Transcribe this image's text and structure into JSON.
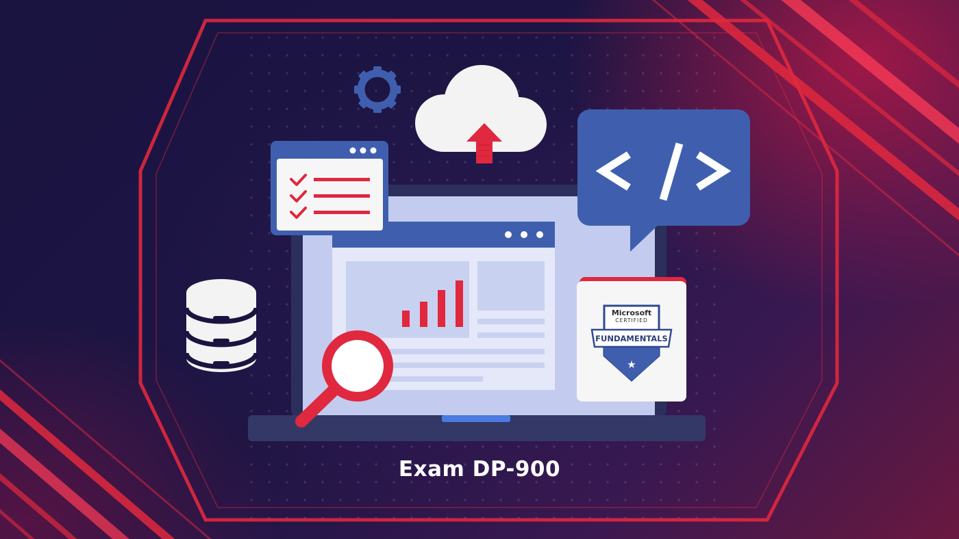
{
  "caption": "Exam DP-900",
  "badge": {
    "line1": "Microsoft",
    "line2": "CERTIFIED",
    "ribbon": "FUNDAMENTALS",
    "star": "★"
  },
  "code_symbol": "</>",
  "chart_bar_levels": [
    0.35,
    0.55,
    0.8,
    1.0
  ],
  "colors": {
    "navy_background": "#17123c",
    "accent_red": "#e0283e",
    "blue": "#3f5fae",
    "light_blue": "#c3ccef",
    "white": "#f6f6f6"
  }
}
